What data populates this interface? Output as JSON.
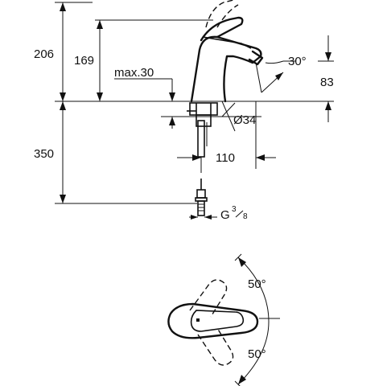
{
  "dimensions": {
    "total_height": "206",
    "spout_height": "169",
    "max_thickness": "max.30",
    "angle_spout": "30°",
    "depth": "83",
    "hole_diameter": "Ø34",
    "hose_length": "350",
    "reach": "110",
    "thread_prefix": "G",
    "thread_num": "3",
    "thread_den": "8",
    "rotation_top": "50°",
    "rotation_bottom": "50°"
  }
}
